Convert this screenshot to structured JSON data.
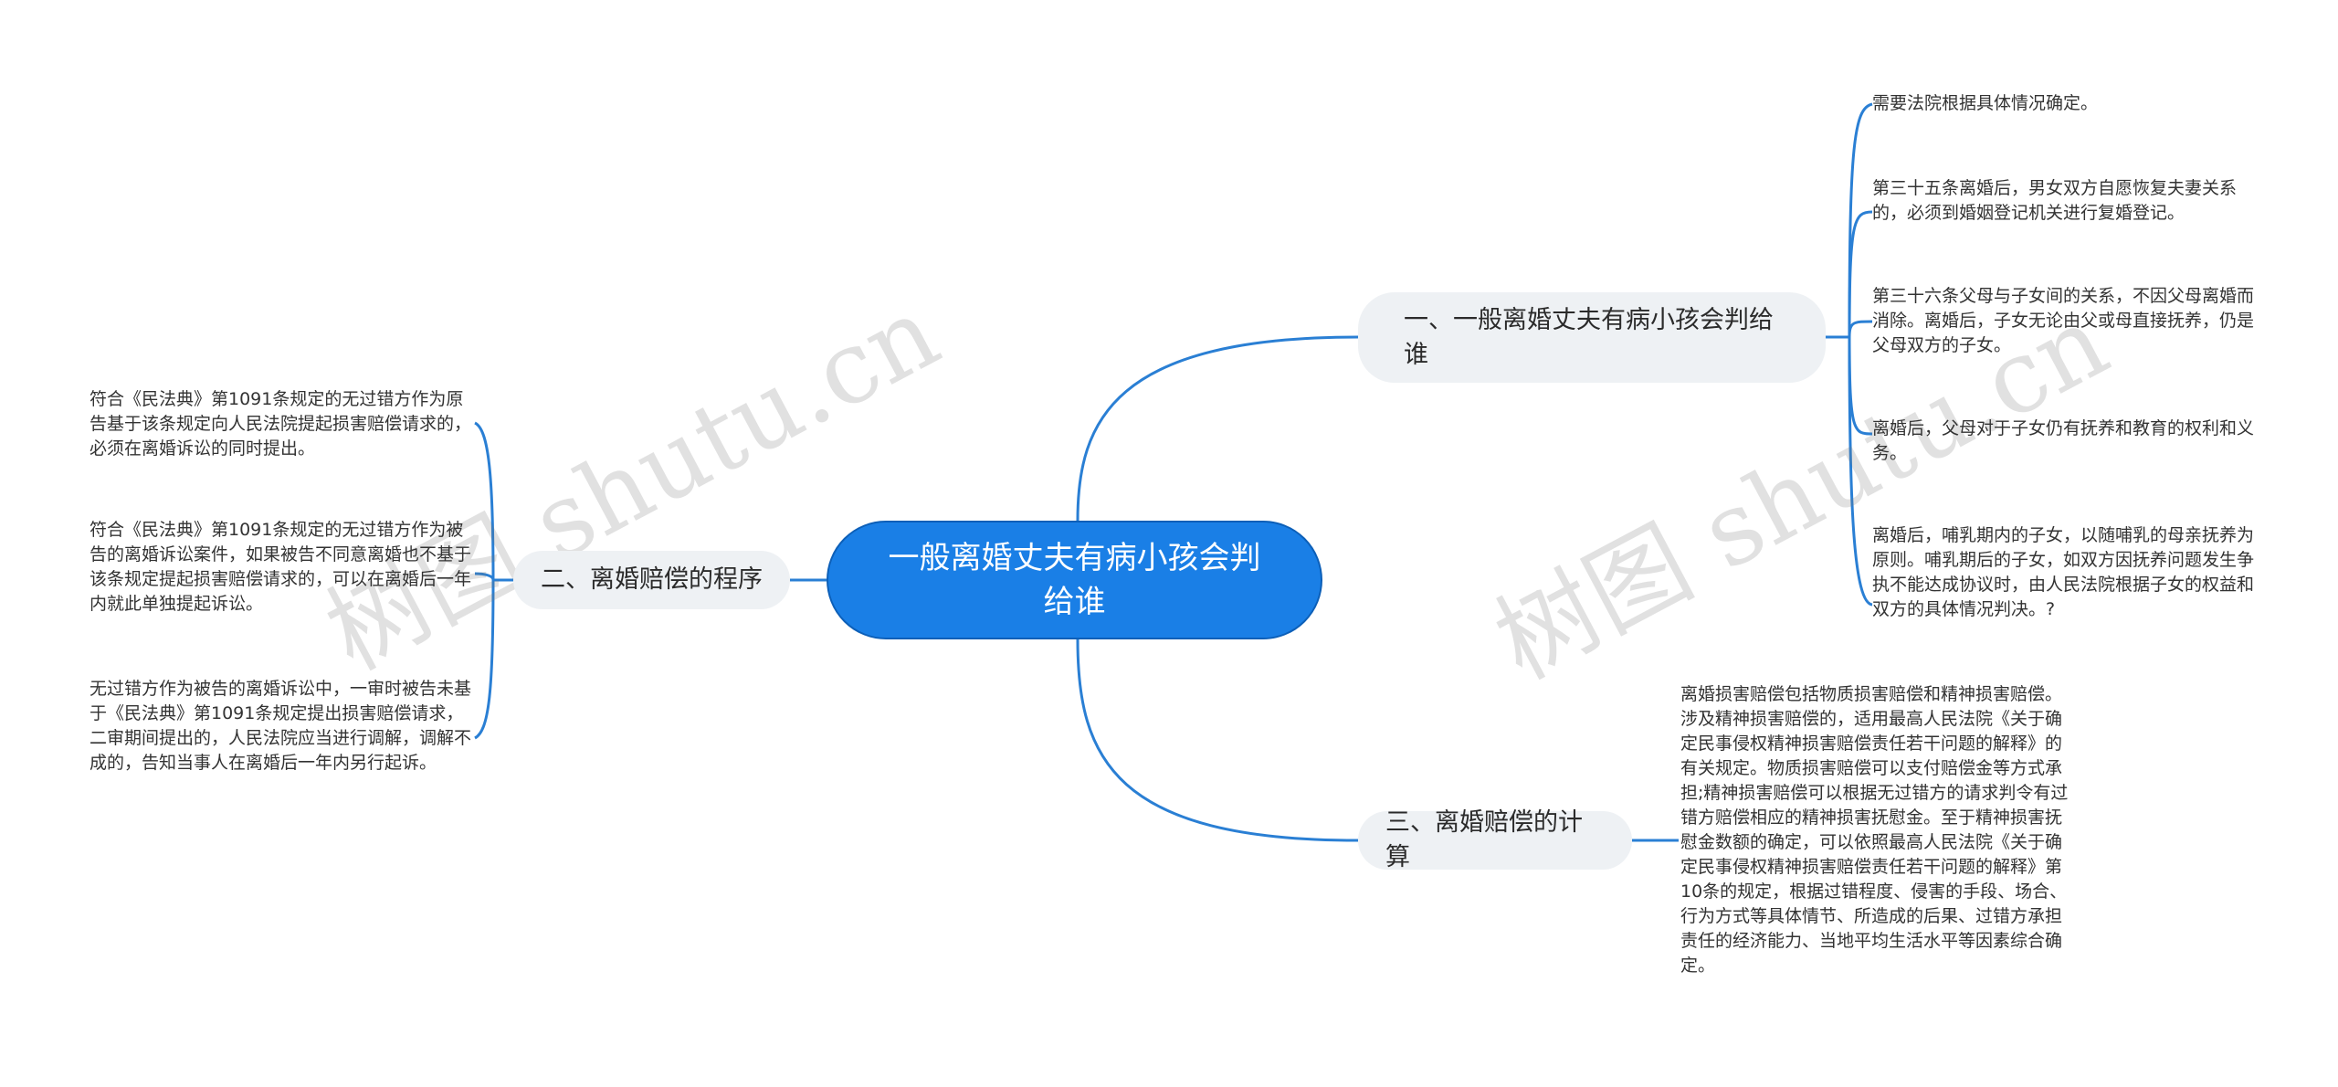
{
  "root": {
    "title": "一般离婚丈夫有病小孩会判给谁"
  },
  "branches": [
    {
      "label": "一、一般离婚丈夫有病小孩会判给谁"
    },
    {
      "label": "二、离婚赔偿的程序"
    },
    {
      "label": "三、离婚赔偿的计算"
    }
  ],
  "branch1_leaves": [
    "需要法院根据具体情况确定。",
    "第三十五条离婚后，男女双方自愿恢复夫妻关系的，必须到婚姻登记机关进行复婚登记。",
    "第三十六条父母与子女间的关系，不因父母离婚而消除。离婚后，子女无论由父或母直接抚养，仍是父母双方的子女。",
    "离婚后，父母对于子女仍有抚养和教育的权利和义务。",
    "离婚后，哺乳期内的子女，以随哺乳的母亲抚养为原则。哺乳期后的子女，如双方因抚养问题发生争执不能达成协议时，由人民法院根据子女的权益和双方的具体情况判决。?"
  ],
  "branch2_leaves": [
    "符合《民法典》第1091条规定的无过错方作为原告基于该条规定向人民法院提起损害赔偿请求的，必须在离婚诉讼的同时提出。",
    "符合《民法典》第1091条规定的无过错方作为被告的离婚诉讼案件，如果被告不同意离婚也不基于该条规定提起损害赔偿请求的，可以在离婚后一年内就此单独提起诉讼。",
    "无过错方作为被告的离婚诉讼中，一审时被告未基于《民法典》第1091条规定提出损害赔偿请求，二审期间提出的，人民法院应当进行调解，调解不成的，告知当事人在离婚后一年内另行起诉。"
  ],
  "branch3_leaves": [
    "离婚损害赔偿包括物质损害赔偿和精神损害赔偿。涉及精神损害赔偿的，适用最高人民法院《关于确定民事侵权精神损害赔偿责任若干问题的解释》的有关规定。物质损害赔偿可以支付赔偿金等方式承担;精神损害赔偿可以根据无过错方的请求判令有过错方赔偿相应的精神损害抚慰金。至于精神损害抚慰金数额的确定，可以依照最高人民法院《关于确定民事侵权精神损害赔偿责任若干问题的解释》第10条的规定，根据过错程度、侵害的手段、场合、行为方式等具体情节、所造成的后果、过错方承担责任的经济能力、当地平均生活水平等因素综合确定。"
  ],
  "watermark": "树图 shutu.cn",
  "colors": {
    "root": "#1a7fe6",
    "line": "#2a7fd4",
    "branch_bg": "#eef1f4"
  }
}
